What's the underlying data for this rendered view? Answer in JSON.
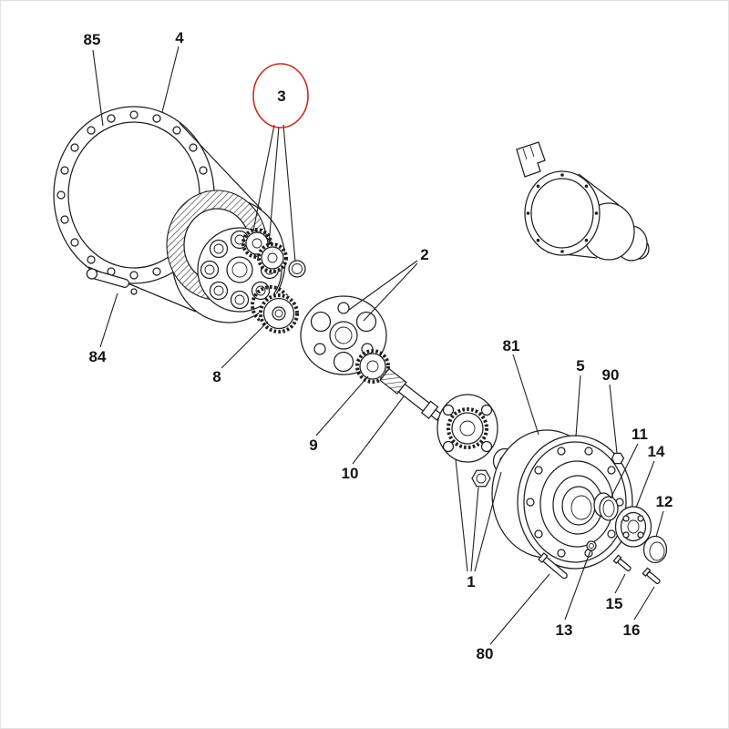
{
  "figure": {
    "kind": "exploded-parts-diagram",
    "background": "#ffffff",
    "line_color": "#1f1f1f",
    "highlight": {
      "label": "3",
      "color": "#cc2a1e"
    },
    "labels": [
      {
        "text": "85"
      },
      {
        "text": "4"
      },
      {
        "text": "3"
      },
      {
        "text": "2"
      },
      {
        "text": "8"
      },
      {
        "text": "84"
      },
      {
        "text": "9"
      },
      {
        "text": "10"
      },
      {
        "text": "81"
      },
      {
        "text": "5"
      },
      {
        "text": "90"
      },
      {
        "text": "11"
      },
      {
        "text": "14"
      },
      {
        "text": "12"
      },
      {
        "text": "1"
      },
      {
        "text": "80"
      },
      {
        "text": "13"
      },
      {
        "text": "15"
      },
      {
        "text": "16"
      }
    ]
  }
}
